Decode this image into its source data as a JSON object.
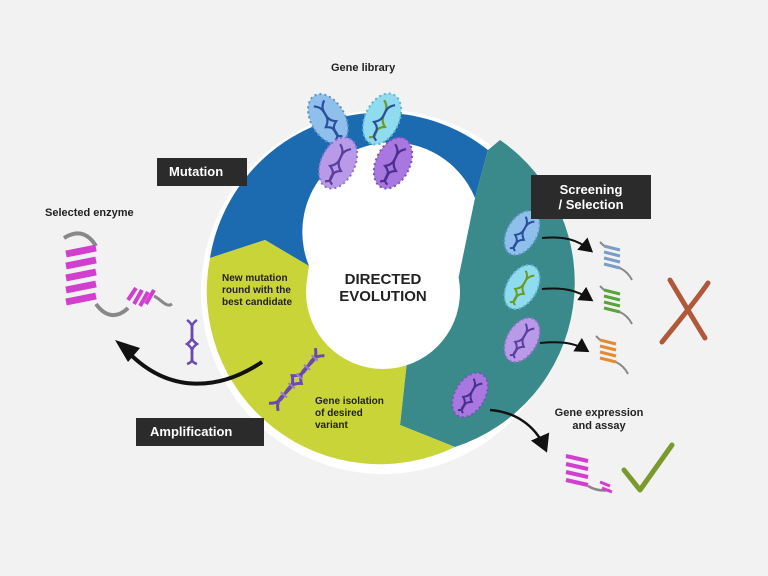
{
  "center": {
    "line1": "DIRECTED",
    "line2": "EVOLUTION"
  },
  "labels": {
    "gene_library": "Gene library",
    "selected_enzyme": "Selected enzyme",
    "gene_expression_1": "Gene expression",
    "gene_expression_2": "and assay"
  },
  "tags": {
    "mutation": "Mutation",
    "screening_1": "Screening",
    "screening_2": "/ Selection",
    "amplification": "Amplification"
  },
  "inner": {
    "new_round_1": "New mutation",
    "new_round_2": "round with the",
    "new_round_3": "best candidate",
    "isolation_1": "Gene isolation",
    "isolation_2": "of desired",
    "isolation_3": "variant"
  },
  "colors": {
    "mutation_segment": "#1c6bb0",
    "screening_segment": "#3a8a8c",
    "amplification_segment": "#c9d439",
    "rejected_mark": "#b0583a",
    "accepted_mark": "#7a9a2e",
    "selected_enzyme": "#d23fcf"
  },
  "icons": [
    "bacterium-icon",
    "dna-helix-icon",
    "protein-helix-icon",
    "cross-mark-icon",
    "check-mark-icon",
    "arrow-icon"
  ]
}
